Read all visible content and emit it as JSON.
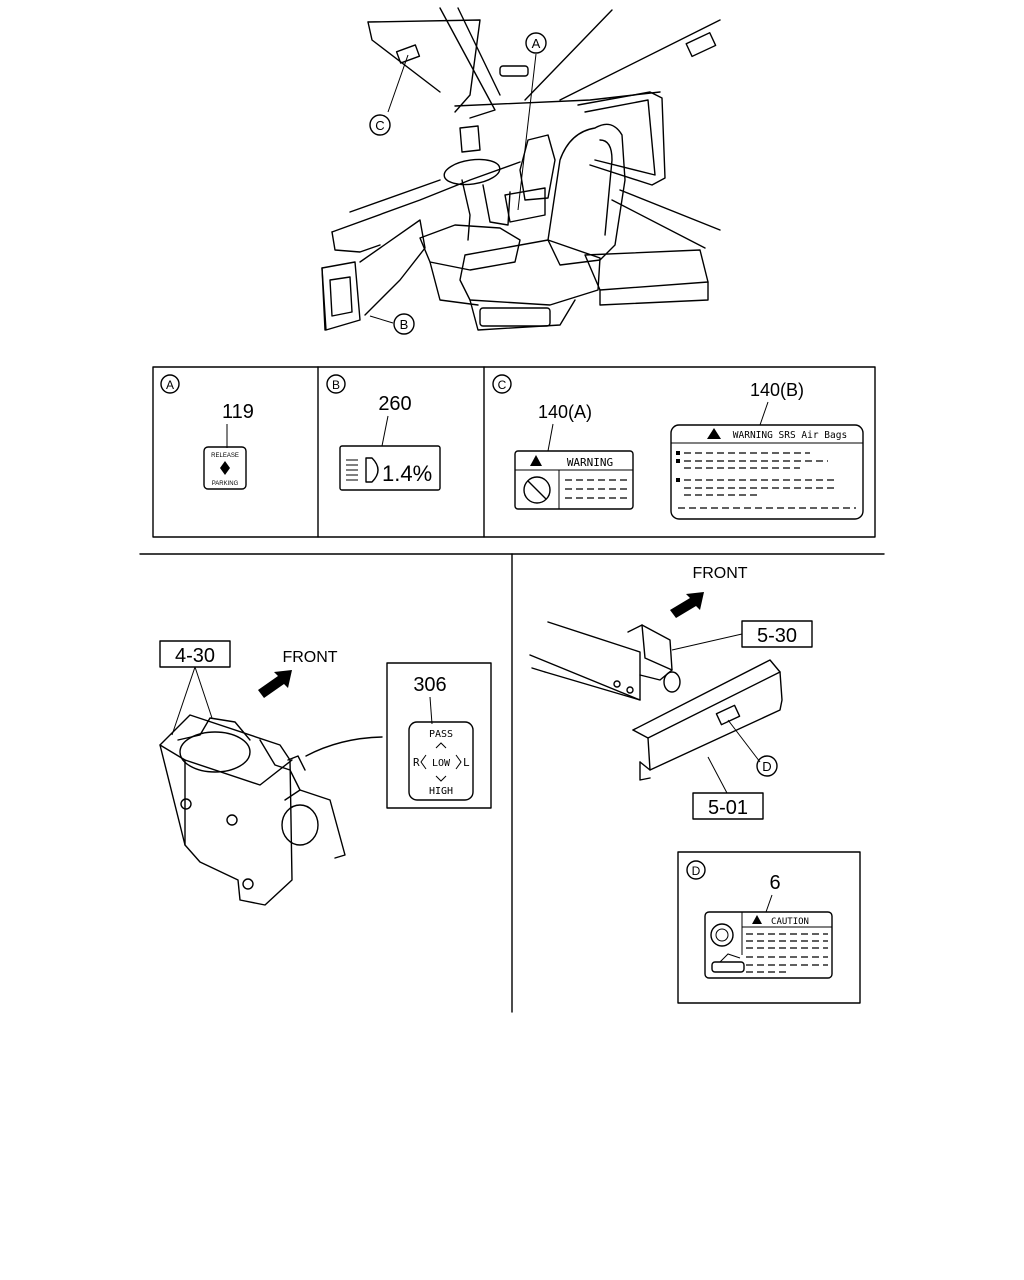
{
  "callouts": {
    "a": "A",
    "b": "B",
    "c": "C",
    "d": "D"
  },
  "labels": {
    "panel_a": {
      "letter": "A",
      "part": "119",
      "line1": "RELEASE",
      "line2": "PARKING"
    },
    "panel_b": {
      "letter": "B",
      "part": "260",
      "text": "1.4%"
    },
    "panel_c": {
      "letter": "C",
      "part_a": "140(A)",
      "part_b": "140(B)",
      "warning": "WARNING",
      "srs_warning": "WARNING SRS Air Bags"
    }
  },
  "bottom_left": {
    "ref": "4-30",
    "front": "FRONT",
    "part": "306",
    "pass": "PASS",
    "r": "R",
    "low": "LOW",
    "l": "L",
    "high": "HIGH"
  },
  "bottom_right": {
    "front": "FRONT",
    "ref_top": "5-30",
    "ref_bottom": "5-01",
    "callout": "D",
    "detail": {
      "letter": "D",
      "part": "6",
      "caution": "CAUTION"
    }
  }
}
